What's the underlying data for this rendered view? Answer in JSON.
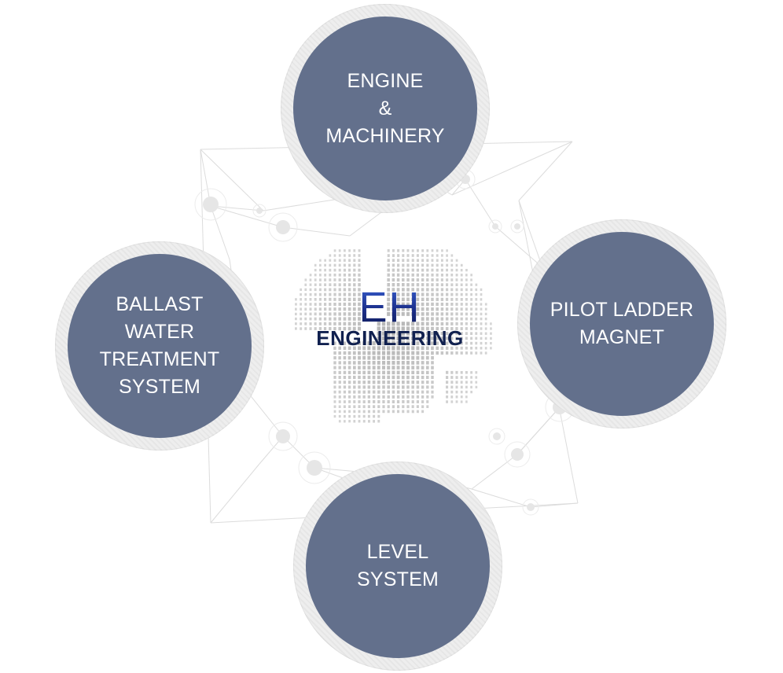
{
  "logo": {
    "mark": "EH",
    "word": "ENGINEERING"
  },
  "nodes": [
    {
      "id": "engine",
      "label": "ENGINE\n&\nMACHINERY"
    },
    {
      "id": "ballast",
      "label": "BALLAST\nWATER\nTREATMENT\nSYSTEM"
    },
    {
      "id": "pilot",
      "label": "PILOT LADDER\nMAGNET"
    },
    {
      "id": "level",
      "label": "LEVEL\nSYSTEM"
    }
  ],
  "colors": {
    "node_fill": "#63708c",
    "node_ring": "#eeeeee",
    "node_text": "#ffffff",
    "logo_blue": "#1f3fa6",
    "logo_navy": "#10204f",
    "globe_dots": "#b4b4b4",
    "network_lines": "#dcdcdc"
  },
  "icons": {
    "globe": "dotted-world-globe-icon",
    "network": "connection-network-graphic"
  }
}
